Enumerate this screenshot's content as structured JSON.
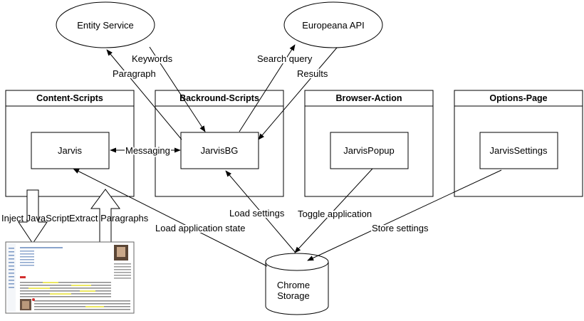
{
  "services": {
    "entity_service": "Entity Service",
    "europeana_api": "Europeana API"
  },
  "containers": {
    "content_scripts": {
      "title": "Content-Scripts",
      "component": "Jarvis"
    },
    "background_scripts": {
      "title": "Backround-Scripts",
      "component": "JarvisBG"
    },
    "browser_action": {
      "title": "Browser-Action",
      "component": "JarvisPopup"
    },
    "options_page": {
      "title": "Options-Page",
      "component": "JarvisSettings"
    }
  },
  "storage": {
    "line1": "Chrome",
    "line2": "Storage"
  },
  "edge_labels": {
    "keywords": "Keywords",
    "paragraph": "Paragraph",
    "search_query": "Search query",
    "results": "Results",
    "messaging": "Messaging",
    "load_settings": "Load settings",
    "toggle_application": "Toggle application",
    "store_settings": "Store settings",
    "load_application_state": "Load application state",
    "inject_javascript": "Inject JavaScript",
    "extract_paragraphs": "Extract Paragraphs"
  },
  "colors": {
    "stroke": "#000000",
    "background": "#ffffff"
  }
}
